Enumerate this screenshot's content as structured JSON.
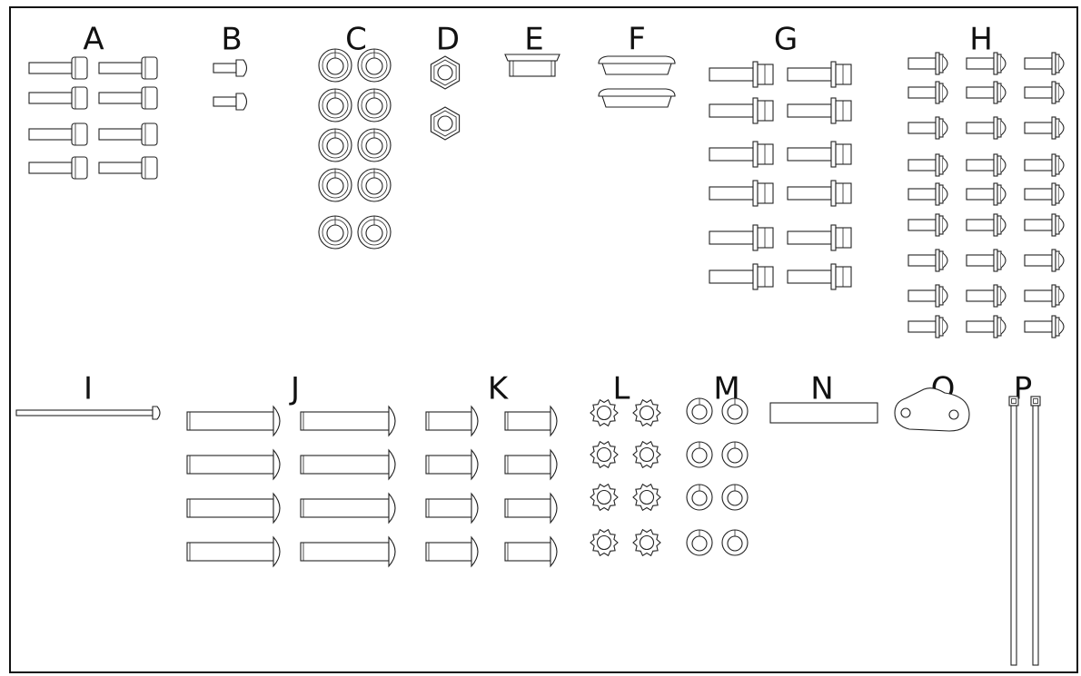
{
  "groups": [
    {
      "id": "A",
      "label": "A",
      "kind": "socket-bolt",
      "count": 8
    },
    {
      "id": "B",
      "label": "B",
      "kind": "pan-screw-short",
      "count": 2
    },
    {
      "id": "C",
      "label": "C",
      "kind": "lock-washer",
      "count": 10
    },
    {
      "id": "D",
      "label": "D",
      "kind": "hex-nut",
      "count": 2
    },
    {
      "id": "E",
      "label": "E",
      "kind": "grommet-cap",
      "count": 1
    },
    {
      "id": "F",
      "label": "F",
      "kind": "grommet-disc",
      "count": 2
    },
    {
      "id": "G",
      "label": "G",
      "kind": "flange-hex-bolt",
      "count": 12
    },
    {
      "id": "H",
      "label": "H",
      "kind": "sems-screw",
      "count": 27
    },
    {
      "id": "I",
      "label": "I",
      "kind": "long-rod-screw",
      "count": 1
    },
    {
      "id": "J",
      "label": "J",
      "kind": "button-head-bolt-long",
      "count": 8
    },
    {
      "id": "K",
      "label": "K",
      "kind": "button-head-bolt-short",
      "count": 8
    },
    {
      "id": "L",
      "label": "L",
      "kind": "star-washer",
      "count": 8
    },
    {
      "id": "M",
      "label": "M",
      "kind": "split-lock-washer",
      "count": 8
    },
    {
      "id": "N",
      "label": "N",
      "kind": "spacer-bar",
      "count": 1
    },
    {
      "id": "O",
      "label": "O",
      "kind": "link-plate",
      "count": 1
    },
    {
      "id": "P",
      "label": "P",
      "kind": "cable-tie",
      "count": 2
    }
  ]
}
